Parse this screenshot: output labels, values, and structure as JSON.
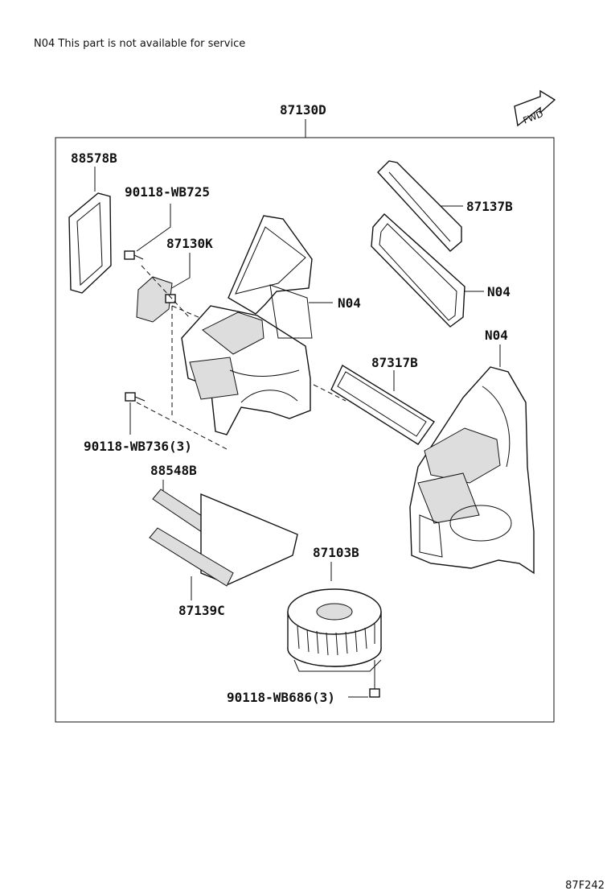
{
  "note": "N04 This part is not available for service",
  "diagram_code": "87F242",
  "fwd_arrow": "FWD",
  "labels": {
    "assembly": "87130D",
    "p88578B": "88578B",
    "p90118_WB725": "90118-WB725",
    "p87130K": "87130K",
    "n04_a": "N04",
    "n04_b": "N04",
    "n04_c": "N04",
    "p87137B": "87137B",
    "p87317B": "87317B",
    "p90118_WB736": "90118-WB736(3)",
    "p88548B": "88548B",
    "p87139C": "87139C",
    "p87103B": "87103B",
    "p90118_WB686": "90118-WB686(3)"
  }
}
